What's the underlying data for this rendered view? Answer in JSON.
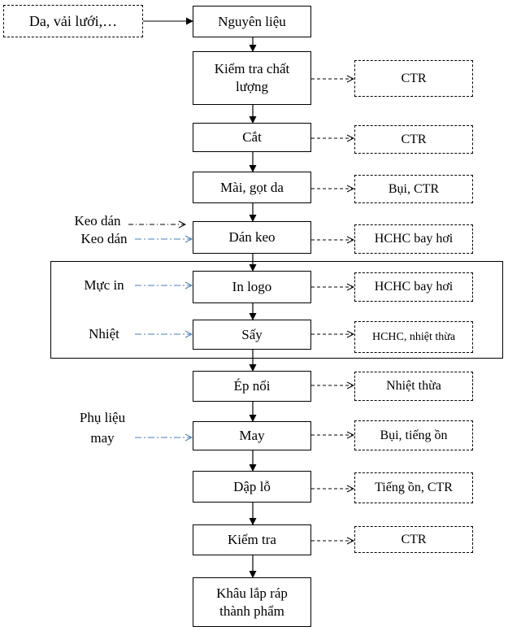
{
  "input_box": "Da, vải lưới,…",
  "steps": [
    {
      "label": "Nguyên liệu",
      "output": ""
    },
    {
      "label": "Kiểm tra chất lượng",
      "output": "CTR"
    },
    {
      "label": "Cắt",
      "output": "CTR"
    },
    {
      "label": "Mài, gọt da",
      "output": "Bụi, CTR"
    },
    {
      "label": "Dán keo",
      "output": "HCHC bay hơi"
    },
    {
      "label": "In logo",
      "output": "HCHC bay hơi"
    },
    {
      "label": "Sấy",
      "output": "HCHC, nhiệt thừa"
    },
    {
      "label": "Ép nổi",
      "output": "Nhiệt thừa"
    },
    {
      "label": "May",
      "output": "Bụi, tiếng ồn"
    },
    {
      "label": "Dập lỗ",
      "output": "Tiếng ồn, CTR"
    },
    {
      "label": "Kiểm tra",
      "output": "CTR"
    },
    {
      "label": "Khâu lắp ráp thành phẩm",
      "output": ""
    }
  ],
  "inputs": {
    "keo_dan_1": "Keo dán",
    "keo_dan_2": "Keo dán",
    "muc_in": "Mực in",
    "nhiet": "Nhiệt",
    "phu_lieu_may": "Phụ liệu may"
  }
}
